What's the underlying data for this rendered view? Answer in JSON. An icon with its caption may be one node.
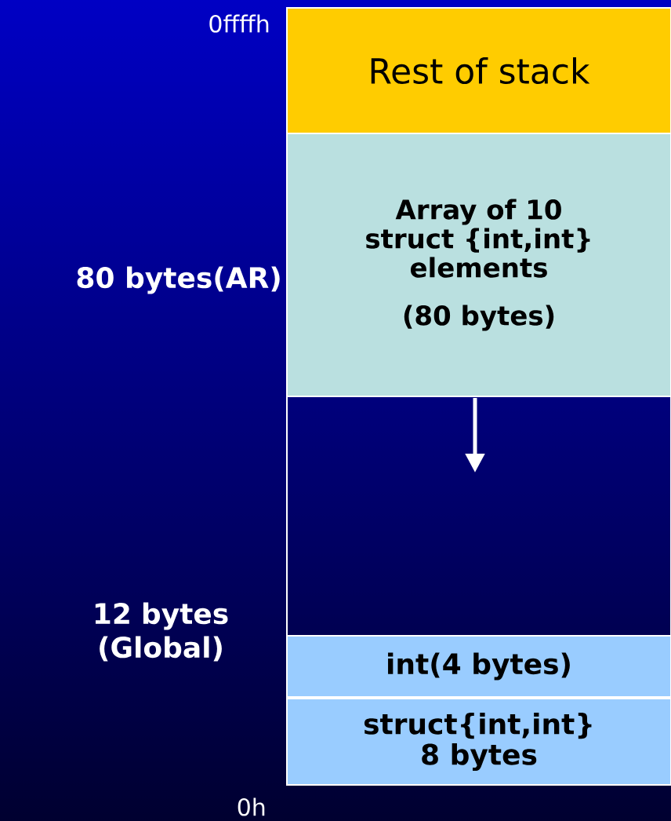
{
  "diagram": {
    "nodes": [
      {
        "text": [
          "Rest of stack"
        ]
      },
      {
        "text": [
          "Array of 10 struct {int,int} elements",
          "(80 bytes)"
        ]
      },
      {
        "text": [],
        "shape": "box"
      },
      {
        "text": [
          "int(4 bytes)"
        ]
      },
      {
        "text": [
          "struct{int,int} 8 bytes"
        ]
      }
    ],
    "labels": [
      "0ffffh",
      "80 bytes(AR)",
      "12 bytes (Global)",
      "0h"
    ]
  }
}
